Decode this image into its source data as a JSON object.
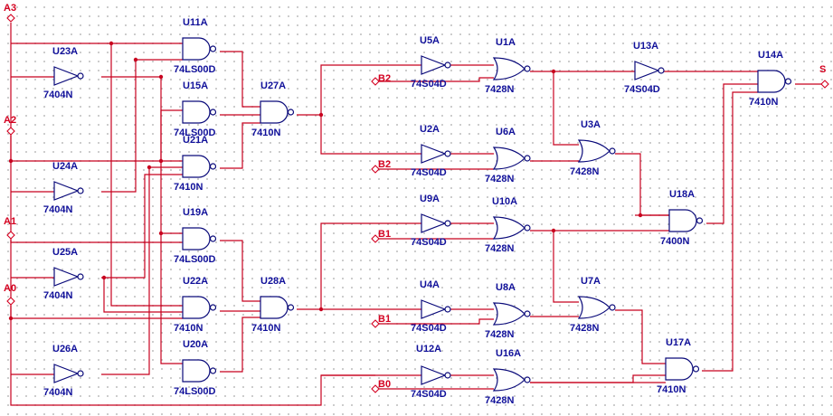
{
  "ports": {
    "A3": "A3",
    "A2": "A2",
    "A1": "A1",
    "A0": "A0",
    "B2a": "B2",
    "B2b": "B2",
    "B1a": "B1",
    "B1b": "B1",
    "B0": "B0",
    "S": "S"
  },
  "gates": {
    "U11A": {
      "ref": "U11A",
      "part": "74LS00D"
    },
    "U23A": {
      "ref": "U23A",
      "part": "7404N"
    },
    "U15A": {
      "ref": "U15A",
      "part": "74LS00D"
    },
    "U21A": {
      "ref": "U21A",
      "part": "7410N"
    },
    "U24A": {
      "ref": "U24A",
      "part": "7404N"
    },
    "U27A": {
      "ref": "U27A",
      "part": "7410N"
    },
    "U19A": {
      "ref": "U19A",
      "part": "74LS00D"
    },
    "U25A": {
      "ref": "U25A",
      "part": "7404N"
    },
    "U22A": {
      "ref": "U22A",
      "part": "7410N"
    },
    "U28A": {
      "ref": "U28A",
      "part": "7410N"
    },
    "U20A": {
      "ref": "U20A",
      "part": "74LS00D"
    },
    "U26A": {
      "ref": "U26A",
      "part": "7404N"
    },
    "U5A": {
      "ref": "U5A",
      "part": "74S04D"
    },
    "U1A": {
      "ref": "U1A",
      "part": "7428N"
    },
    "U13A": {
      "ref": "U13A",
      "part": "74S04D"
    },
    "U14A": {
      "ref": "U14A",
      "part": "7410N"
    },
    "U2A": {
      "ref": "U2A",
      "part": "74S04D"
    },
    "U6A": {
      "ref": "U6A",
      "part": "7428N"
    },
    "U3A": {
      "ref": "U3A",
      "part": "7428N"
    },
    "U9A": {
      "ref": "U9A",
      "part": "74S04D"
    },
    "U10A": {
      "ref": "U10A",
      "part": "7428N"
    },
    "U18A": {
      "ref": "U18A",
      "part": "7400N"
    },
    "U4A": {
      "ref": "U4A",
      "part": "74S04D"
    },
    "U8A": {
      "ref": "U8A",
      "part": "7428N"
    },
    "U7A": {
      "ref": "U7A",
      "part": "7428N"
    },
    "U12A": {
      "ref": "U12A",
      "part": "74S04D"
    },
    "U16A": {
      "ref": "U16A",
      "part": "7428N"
    },
    "U17A": {
      "ref": "U17A",
      "part": "7410N"
    }
  },
  "colors": {
    "wire": "#c8001e",
    "component": "#0a0a7a",
    "label": "#10109a",
    "port": "#d40020",
    "grid_dot": "#b9b9b9"
  }
}
